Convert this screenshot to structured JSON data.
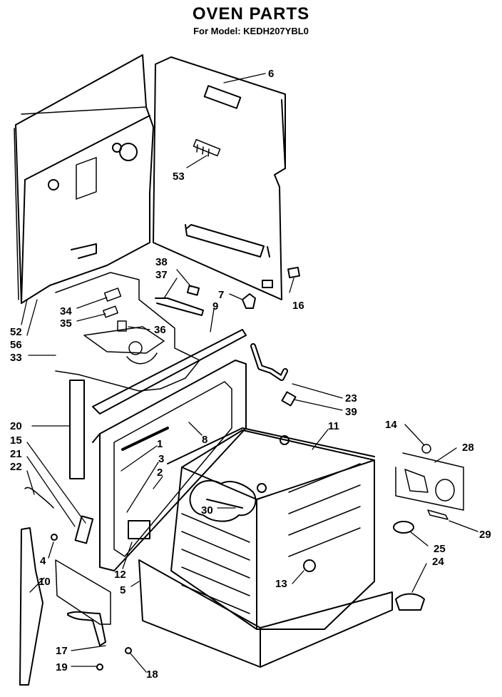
{
  "header": {
    "title": "OVEN PARTS",
    "subtitle": "For Model: KEDH207YBL0"
  },
  "callouts": [
    "1",
    "2",
    "3",
    "4",
    "5",
    "6",
    "7",
    "8",
    "9",
    "10",
    "11",
    "12",
    "13",
    "14",
    "15",
    "16",
    "17",
    "18",
    "19",
    "20",
    "21",
    "22",
    "23",
    "24",
    "25",
    "28",
    "29",
    "30",
    "33",
    "34",
    "35",
    "36",
    "37",
    "38",
    "39",
    "52",
    "53",
    "56"
  ]
}
